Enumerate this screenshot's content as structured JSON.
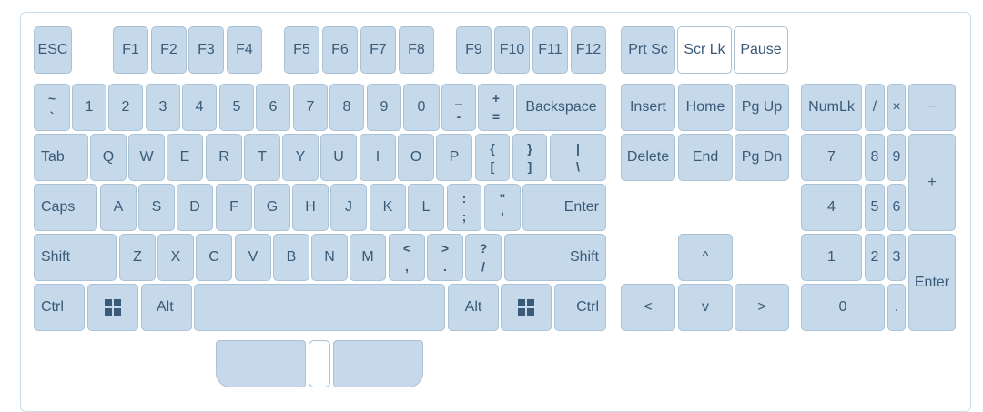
{
  "fkeys": {
    "esc": "ESC",
    "f1": "F1",
    "f2": "F2",
    "f3": "F3",
    "f4": "F4",
    "f5": "F5",
    "f6": "F6",
    "f7": "F7",
    "f8": "F8",
    "f9": "F9",
    "f10": "F10",
    "f11": "F11",
    "f12": "F12",
    "prtsc": "Prt Sc",
    "scrlk": "Scr Lk",
    "pause": "Pause"
  },
  "number_row": {
    "tilde_top": "~",
    "tilde_bottom": "`",
    "k1": "1",
    "k2": "2",
    "k3": "3",
    "k4": "4",
    "k5": "5",
    "k6": "6",
    "k7": "7",
    "k8": "8",
    "k9": "9",
    "k0": "0",
    "minus_top": "_",
    "minus_bottom": "-",
    "equal_top": "+",
    "equal_bottom": "=",
    "backspace": "Backspace"
  },
  "top_row": {
    "tab": "Tab",
    "q": "Q",
    "w": "W",
    "e": "E",
    "r": "R",
    "t": "T",
    "y": "Y",
    "u": "U",
    "i": "I",
    "o": "O",
    "p": "P",
    "lbracket_top": "{",
    "lbracket_bottom": "[",
    "rbracket_top": "}",
    "rbracket_bottom": "]",
    "pipe_top": "|",
    "pipe_bottom": "\\"
  },
  "home_row": {
    "caps": "Caps",
    "a": "A",
    "s": "S",
    "d": "D",
    "f": "F",
    "g": "G",
    "h": "H",
    "j": "J",
    "k": "K",
    "l": "L",
    "semicolon_top": ":",
    "semicolon_bottom": ";",
    "quote_top": "\"",
    "quote_bottom": "'",
    "enter": "Enter"
  },
  "bottom_row": {
    "shift_left": "Shift",
    "z": "Z",
    "x": "X",
    "c": "C",
    "v": "V",
    "b": "B",
    "n": "N",
    "m": "M",
    "comma_top": "<",
    "comma_bottom": ",",
    "period_top": ">",
    "period_bottom": ".",
    "slash_top": "?",
    "slash_bottom": "/",
    "shift_right": "Shift"
  },
  "space_row": {
    "ctrl_left": "Ctrl",
    "alt_left": "Alt",
    "space": "",
    "alt_right": "Alt",
    "ctrl_right": "Ctrl"
  },
  "nav": {
    "insert": "Insert",
    "home": "Home",
    "pgup": "Pg Up",
    "delete": "Delete",
    "end": "End",
    "pgdn": "Pg Dn",
    "up": "^",
    "left": "<",
    "down": "v",
    "right": ">"
  },
  "numpad": {
    "numlk": "NumLk",
    "slash": "/",
    "star": "×",
    "minus": "−",
    "n7": "7",
    "n8": "8",
    "n9": "9",
    "plus": "+",
    "n4": "4",
    "n5": "5",
    "n6": "6",
    "n1": "1",
    "n2": "2",
    "n3": "3",
    "enter": "Enter",
    "n0": "0",
    "dot": "."
  },
  "colors": {
    "key_fill": "#c5d9ea",
    "key_border": "#a9c2d6",
    "legend": "#3a5a78",
    "toggle_off": "#ffffff"
  }
}
